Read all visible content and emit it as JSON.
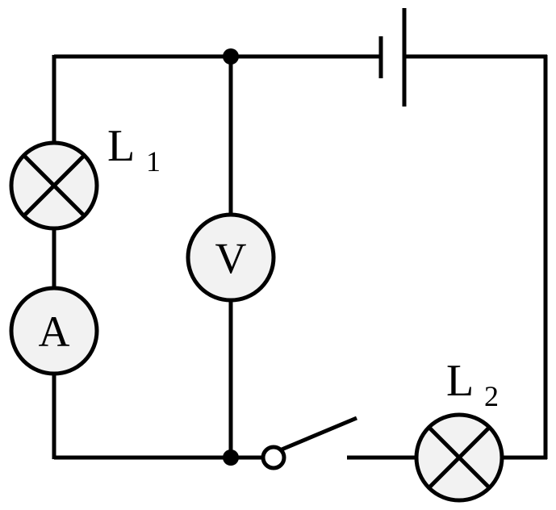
{
  "labels": {
    "lamp1": {
      "letter": "L",
      "sub": "1"
    },
    "lamp2": {
      "letter": "L",
      "sub": "2"
    },
    "ammeter": "A",
    "voltmeter": "V"
  },
  "components": [
    {
      "id": "lamp-l1",
      "type": "lamp",
      "icon": "lamp-icon"
    },
    {
      "id": "lamp-l2",
      "type": "lamp",
      "icon": "lamp-icon"
    },
    {
      "id": "ammeter",
      "type": "ammeter",
      "icon": "ammeter-icon"
    },
    {
      "id": "voltmeter",
      "type": "voltmeter",
      "icon": "voltmeter-icon"
    },
    {
      "id": "battery",
      "type": "cell",
      "icon": "battery-icon"
    },
    {
      "id": "switch",
      "type": "switch",
      "state": "open",
      "icon": "switch-icon"
    }
  ],
  "colors": {
    "line": "#000000",
    "component_fill": "#f2f2f2",
    "background": "#ffffff"
  }
}
